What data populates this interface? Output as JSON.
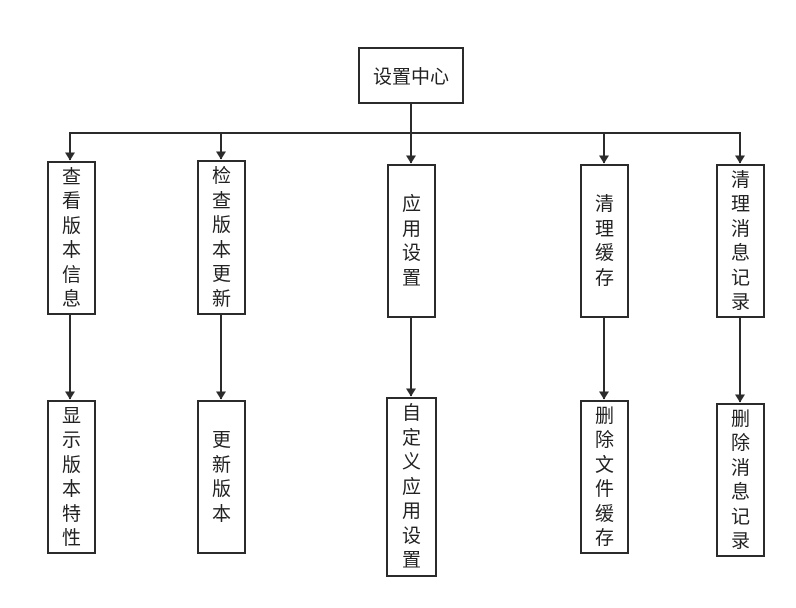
{
  "root": "设置中心",
  "branches": [
    {
      "label": "查看版本信息",
      "child": "显示版本特性"
    },
    {
      "label": "检查版本更新",
      "child": "更新版本"
    },
    {
      "label": "应用设置",
      "child": "自定义应用设置"
    },
    {
      "label": "清理缓存",
      "child": "删除文件缓存"
    },
    {
      "label": "清理消息记录",
      "child": "删除消息记录"
    }
  ],
  "colors": {
    "line": "#2b2b2b",
    "box_border": "#2b2b2b"
  }
}
